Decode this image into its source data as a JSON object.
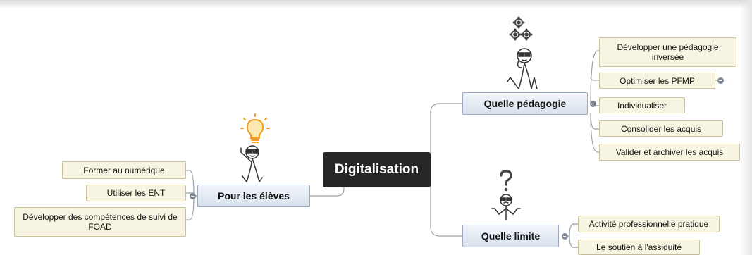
{
  "central": {
    "label": "Digitalisation"
  },
  "branches": {
    "pedagogie": {
      "label": "Quelle pédagogie",
      "items": [
        "Développer une pédagogie inversée",
        "Optimiser les PFMP",
        "Individualiser",
        "Consolider les acquis",
        "Valider et archiver les acquis"
      ]
    },
    "limite": {
      "label": "Quelle limite",
      "items": [
        "Activité professionnelle pratique",
        "Le soutien à l'assiduité"
      ]
    },
    "eleves": {
      "label": "Pour les élèves",
      "items": [
        "Former au numérique",
        "Utiliser les ENT",
        "Développer des compétences de suivi de FOAD"
      ]
    }
  },
  "icons": {
    "gears": "gears-icon",
    "thinker": "thinking-figure-icon",
    "bulb": "lightbulb-icon",
    "idea_figure": "idea-figure-icon",
    "question": "question-mark-icon",
    "shrug_figure": "shrug-figure-icon"
  },
  "colors": {
    "central_bg": "#262626",
    "main_bg": "#dfe7f1",
    "sub_bg": "#f7f5e1",
    "connector": "#9aa0a8",
    "bulb": "#f0a020"
  }
}
